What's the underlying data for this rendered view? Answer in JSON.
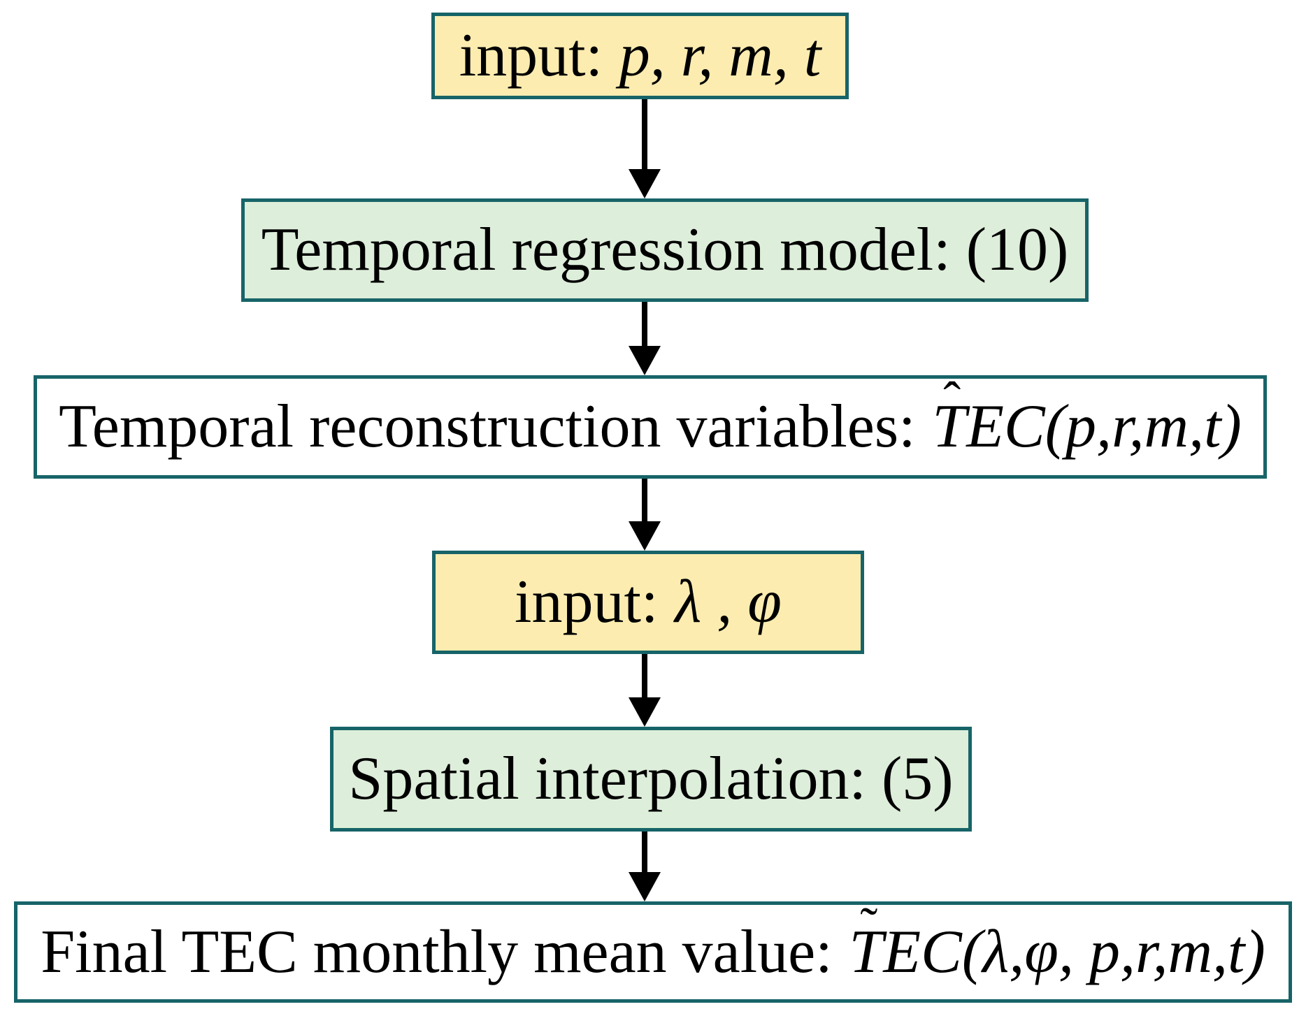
{
  "figure": {
    "description": "Flowchart of TEC monthly mean value reconstruction"
  },
  "colors": {
    "background": "#ffffff",
    "border": "#176468",
    "arrow": "#000000",
    "input_fill": "#fcecb0",
    "process_fill": "#ddeeda",
    "output_fill": "#ffffff",
    "text": "#000000"
  },
  "boxes": [
    {
      "name": "input-p-r-m-t",
      "kind": "input",
      "fill": "#fcecb0",
      "prefix": "input:",
      "math": "p, r, m, t"
    },
    {
      "name": "temporal-regression-model",
      "kind": "process",
      "fill": "#ddeeda",
      "label": "Temporal regression model: (10)"
    },
    {
      "name": "temporal-reconstruction-variables",
      "kind": "result",
      "fill": "#ffffff",
      "prefix": "Temporal reconstruction variables:",
      "accent": "ˆ",
      "accent_base": "T",
      "math_tail": "EC",
      "math_args": "(p,r,m,t)"
    },
    {
      "name": "input-lambda-phi",
      "kind": "input",
      "fill": "#fcecb0",
      "prefix": "input:",
      "math": "λ , φ"
    },
    {
      "name": "spatial-interpolation",
      "kind": "process",
      "fill": "#ddeeda",
      "label": "Spatial interpolation: (5)"
    },
    {
      "name": "final-tec-monthly-mean-value",
      "kind": "result",
      "fill": "#ffffff",
      "prefix": "Final TEC monthly mean value:",
      "accent": "˜",
      "accent_base": "T",
      "math_tail": "EC",
      "math_args": "(λ,φ, p,r,m,t)"
    }
  ]
}
